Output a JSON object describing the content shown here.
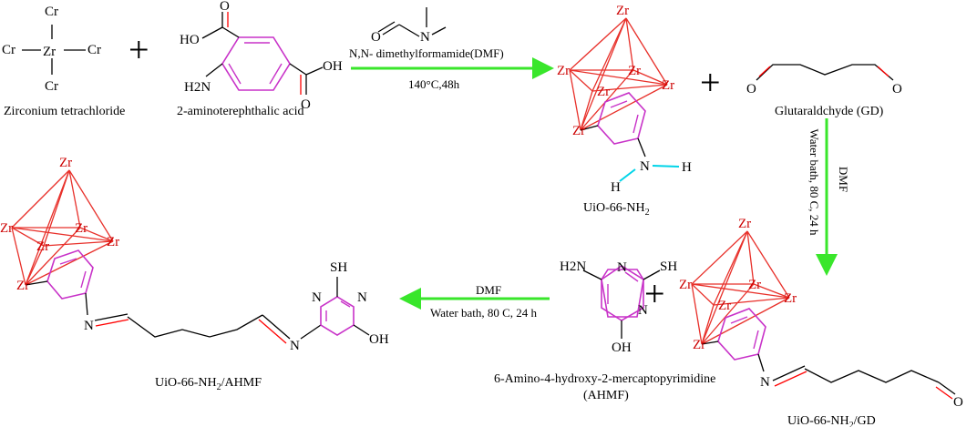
{
  "reactants": {
    "zrcl4": {
      "center": "Zr",
      "ligands": [
        "Cr",
        "Cr",
        "Cr",
        "Cr"
      ],
      "caption": "Zirconium tetrachloride"
    },
    "linker": {
      "groups": [
        "HO",
        "O",
        "H2N",
        "OH",
        "O"
      ],
      "caption": "2-aminoterephthalic acid"
    },
    "glutaraldehyde": {
      "groups": [
        "O",
        "O"
      ],
      "caption": "Glutaraldchyde (GD)"
    },
    "ahmf": {
      "groups": [
        "H2N",
        "N",
        "SH",
        "N",
        "OH"
      ],
      "caption_line1": "6-Amino-4-hydroxy-2-mercaptopyrimidine",
      "caption_line2": "(AHMF)"
    }
  },
  "dmf_atoms": [
    "O",
    "N"
  ],
  "steps": {
    "step1": {
      "line1": "N,N- dimethylformamide(DMF)",
      "line2": "140°C,48h"
    },
    "step2": {
      "line1": "DMF",
      "line2": "Water bath, 80 C, 24 h"
    },
    "step3": {
      "line1": "DMF",
      "line2": "Water bath, 80 C, 24 h"
    }
  },
  "products": {
    "uio_nh2": {
      "caption_main": "UiO-66-NH",
      "caption_sub": "2",
      "amine": [
        "N",
        "H",
        "H"
      ]
    },
    "uio_gd": {
      "caption_main": "UiO-66-NH",
      "caption_sub": "2",
      "caption_tail": "/GD",
      "groups": [
        "N",
        "O"
      ]
    },
    "uio_ahmf": {
      "caption_main": "UiO-66-NH",
      "caption_sub": "2",
      "caption_tail": "/AHMF",
      "groups": [
        "N",
        "N",
        "N",
        "N",
        "SH",
        "OH"
      ]
    }
  },
  "cluster_label": "Zr",
  "plus_sign": "+",
  "colors": {
    "zr_cluster": "#e8302a",
    "ring": "#c832c8",
    "arrow": "#39e62b",
    "nh_bond": "#00d4e8",
    "carbonyl": "#ff0000",
    "imine": "#ff0000"
  }
}
